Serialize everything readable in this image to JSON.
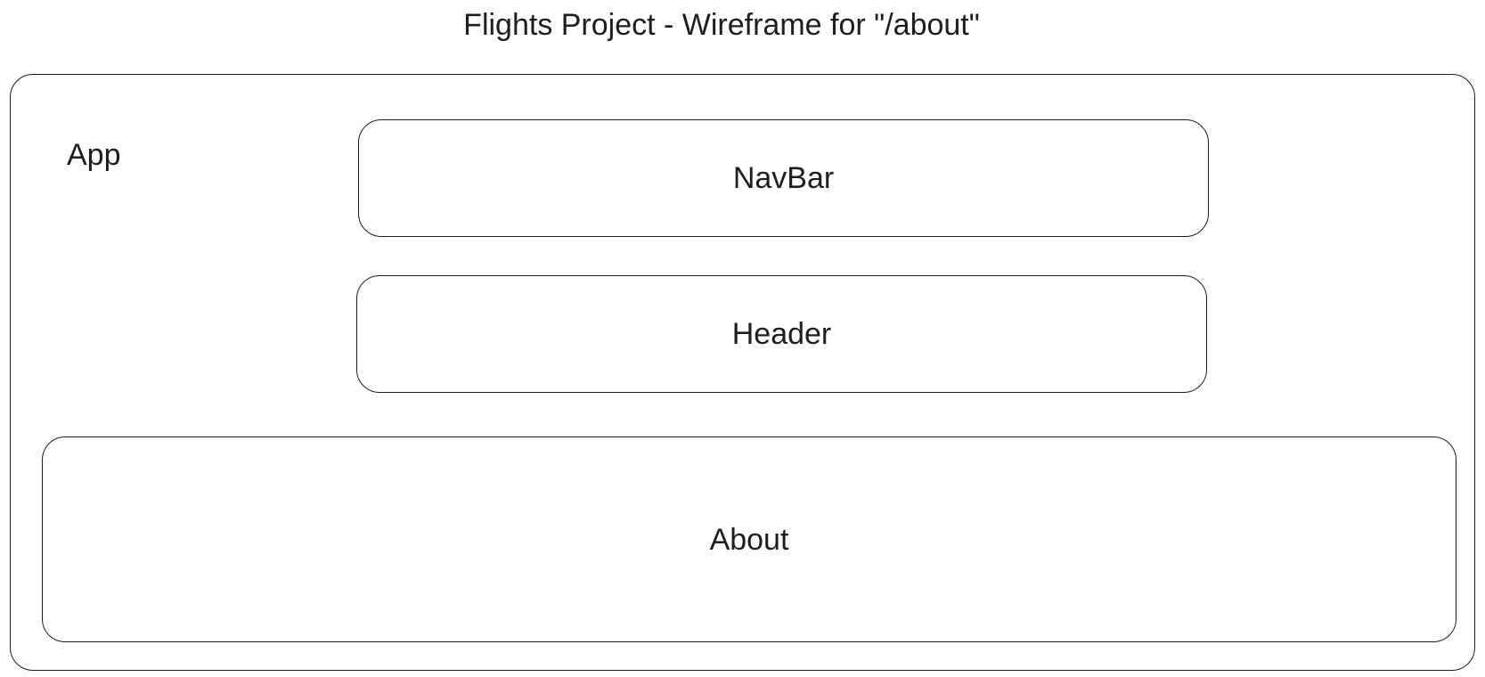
{
  "title": "Flights Project - Wireframe for \"/about\"",
  "app": {
    "label": "App",
    "components": {
      "navbar": "NavBar",
      "header": "Header",
      "about": "About"
    }
  },
  "colors": {
    "stroke": "#1e1e1e",
    "background": "#ffffff"
  }
}
